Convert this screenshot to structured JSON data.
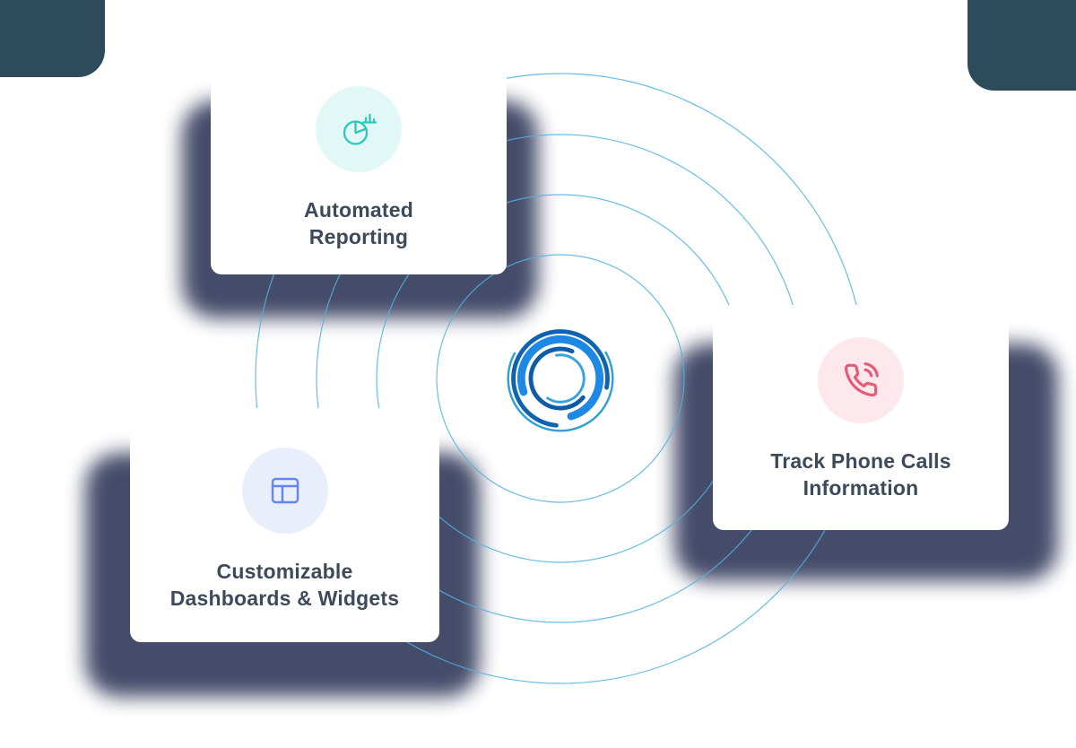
{
  "page": {
    "background": "#ffffff"
  },
  "decor": {
    "corner_color": "#2d4b5a",
    "shadow_color": "#3e4564",
    "ripple_color": "#4fb1e2",
    "title_color": "#3c4a59"
  },
  "logo": {
    "name": "concentric-rings-logo",
    "colors": [
      "#2f9fd8",
      "#1063ae",
      "#1e88e5",
      "#0d5ca8",
      "#37a3dc"
    ]
  },
  "cards": [
    {
      "id": "automated-reporting",
      "title_line1": "Automated",
      "title_line2": "Reporting",
      "icon": "pie-chart-icon",
      "icon_color": "#2cc8bb",
      "icon_bg": "#e2f8f6"
    },
    {
      "id": "customizable-dashboards",
      "title_line1": "Customizable",
      "title_line2": "Dashboards & Widgets",
      "icon": "dashboard-layout-icon",
      "icon_color": "#6486f3",
      "icon_bg": "#e9eefb"
    },
    {
      "id": "track-phone-calls",
      "title_line1": "Track Phone Calls",
      "title_line2": "Information",
      "icon": "phone-call-icon",
      "icon_color": "#e75a74",
      "icon_bg": "#fde9ed"
    }
  ]
}
